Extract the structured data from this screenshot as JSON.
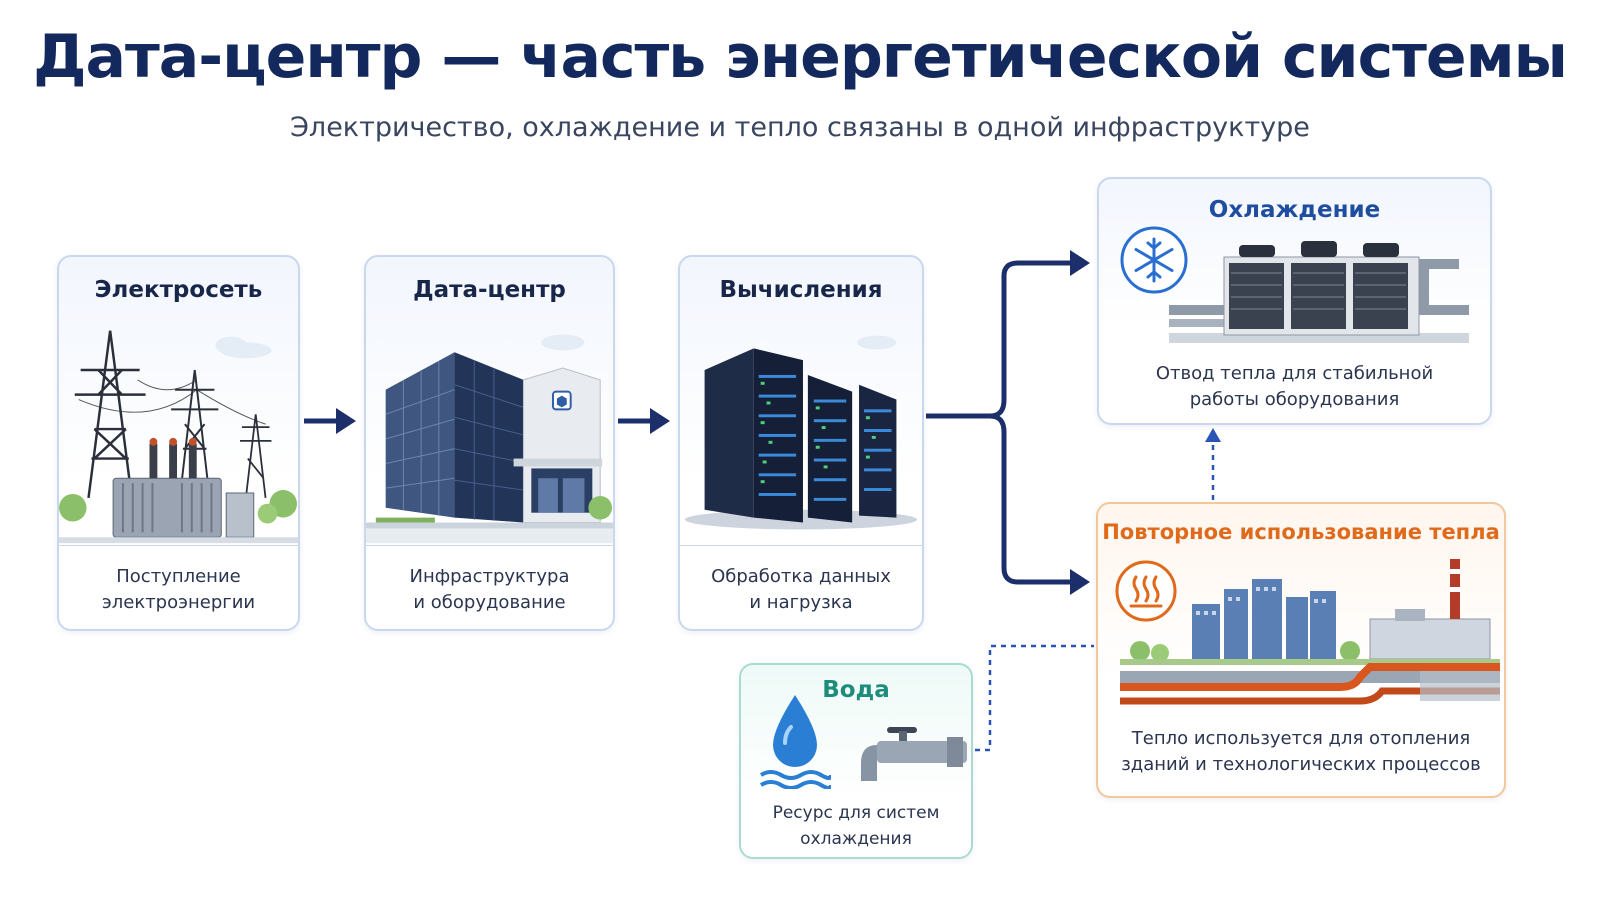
{
  "header": {
    "title": "Дата-центр — часть энергетической системы",
    "subtitle": "Электричество, охлаждение и тепло связаны в одной инфраструктуре"
  },
  "cards": {
    "grid": {
      "title": "Электросеть",
      "caption": [
        "Поступление",
        "электроэнергии"
      ]
    },
    "datacenter": {
      "title": "Дата-центр",
      "caption": [
        "Инфраструктура",
        "и оборудование"
      ]
    },
    "compute": {
      "title": "Вычисления",
      "caption": [
        "Обработка данных",
        "и нагрузка"
      ]
    },
    "cooling": {
      "title": "Охлаждение",
      "caption": [
        "Отвод тепла для стабильной",
        "работы оборудования"
      ],
      "icon": "snowflake-icon"
    },
    "heat": {
      "title": "Повторное использование тепла",
      "caption": [
        "Тепло используется для отопления",
        "зданий и технологических процессов"
      ],
      "icon": "heat-icon"
    },
    "water": {
      "title": "Вода",
      "caption": [
        "Ресурс для систем",
        "охлаждения"
      ],
      "icon": "water-drop-icon"
    }
  },
  "colors": {
    "navy": "#13285c",
    "arrow": "#1c2f6b",
    "accent_blue": "#1f4ea0",
    "accent_orange": "#e06a1c",
    "accent_teal": "#1e8c7a"
  }
}
